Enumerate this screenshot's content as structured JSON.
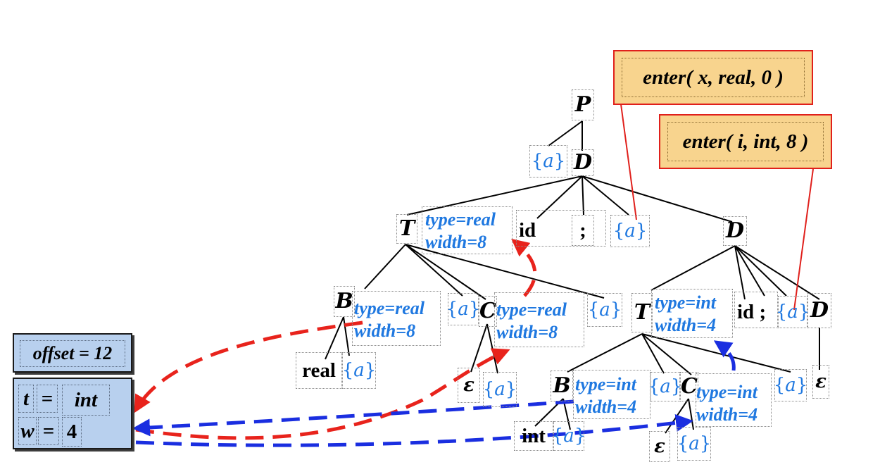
{
  "tree": {
    "P": "P",
    "D": "D",
    "T": "T",
    "B": "B",
    "C": "C",
    "id": "id",
    "semicolon": ";",
    "real": "real",
    "int": "int",
    "epsilon": "ε",
    "action": "{a}",
    "action_letter": "a"
  },
  "attrs": {
    "type_real": "type=real",
    "type_int": "type=int",
    "width_8": "width=8",
    "width_4": "width=4"
  },
  "callouts": {
    "enter_x": "enter( x, real, 0 )",
    "enter_i": "enter( i, int, 8 )"
  },
  "panel": {
    "offset": "offset = 12",
    "t_label": "t",
    "t_eq": "=",
    "t_value": "int",
    "w_label": "w",
    "w_eq": "=",
    "w_value": "4"
  },
  "colors": {
    "tree_line": "#000000",
    "callout_fill": "#f8d48e",
    "callout_border": "#e0201c",
    "action_text": "#1f78e0",
    "panel_fill": "#b8d0ee",
    "arrow_red": "#e8231c",
    "arrow_blue": "#1a2ee0"
  }
}
